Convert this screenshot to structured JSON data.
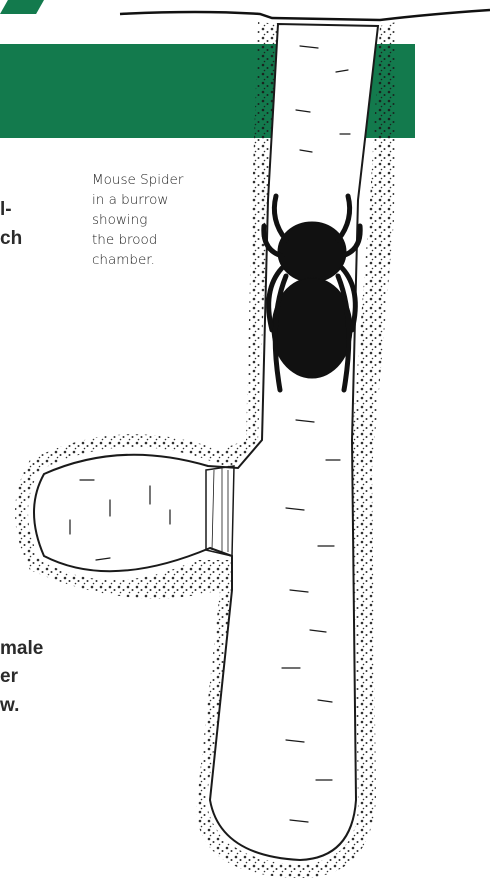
{
  "caption": "Mouse Spider\nin a burrow\nshowing\nthe brood\nchamber.",
  "text_fragments": [
    "l-",
    "ch",
    "male",
    "er",
    "w."
  ],
  "colors": {
    "band": "#137a4d",
    "ink": "#1a1a1a"
  }
}
